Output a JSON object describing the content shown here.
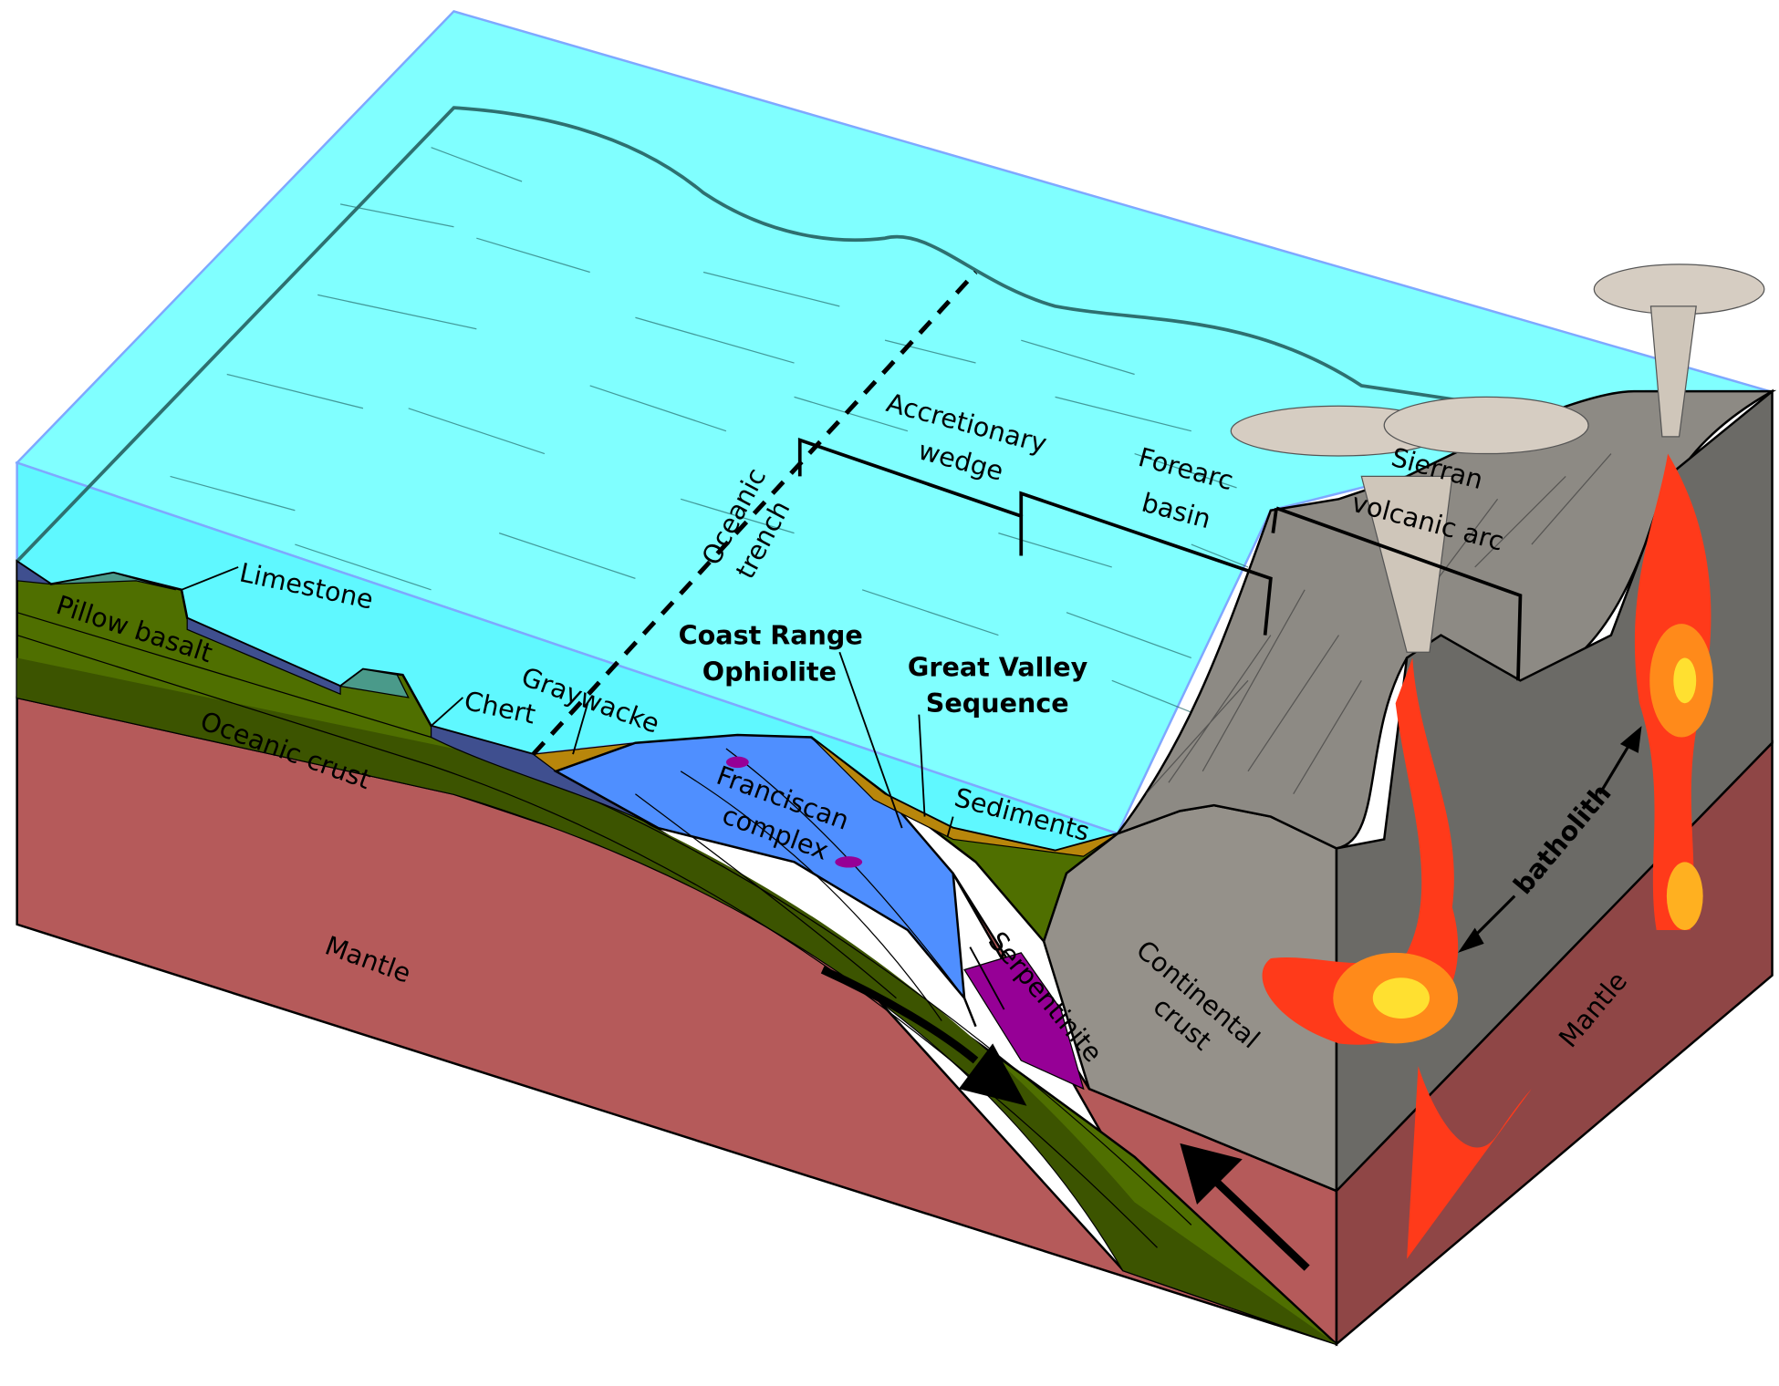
{
  "labels": {
    "limestone": "Limestone",
    "pillow_basalt": "Pillow basalt",
    "chert": "Chert",
    "oceanic_crust": "Oceanic crust",
    "graywacke": "Graywacke",
    "oceanic_trench_1": "Oceanic",
    "oceanic_trench_2": "trench",
    "coast_range_1": "Coast Range",
    "coast_range_2": "Ophiolite",
    "great_valley_1": "Great Valley",
    "great_valley_2": "Sequence",
    "accretionary_1": "Accretionary",
    "accretionary_2": "wedge",
    "forearc_1": "Forearc",
    "forearc_2": "basin",
    "sierran_1": "Sierran",
    "sierran_2": "volcanic arc",
    "franciscan_1": "Franciscan",
    "franciscan_2": "complex",
    "sediments": "Sediments",
    "mantle_left": "Mantle",
    "serpentinite": "Serpentinite",
    "continental_1": "Continental",
    "continental_2": "crust",
    "batholith": "batholith",
    "mantle_right": "Mantle"
  },
  "colors": {
    "ocean": "#80ffff",
    "mantle": "#b55a5a",
    "mantle_dark": "#8f4646",
    "crust_green": "#4f6f00",
    "crust_dark": "#3c5400",
    "franciscan": "#4f8fff",
    "continental": "#95918a",
    "continental_side": "#6b6a66",
    "serpentinite": "#960096",
    "sediment": "#b8860b",
    "chert": "#3f4f8f",
    "limestone": "#4a9a8a",
    "magma": "#ff3a1a"
  }
}
